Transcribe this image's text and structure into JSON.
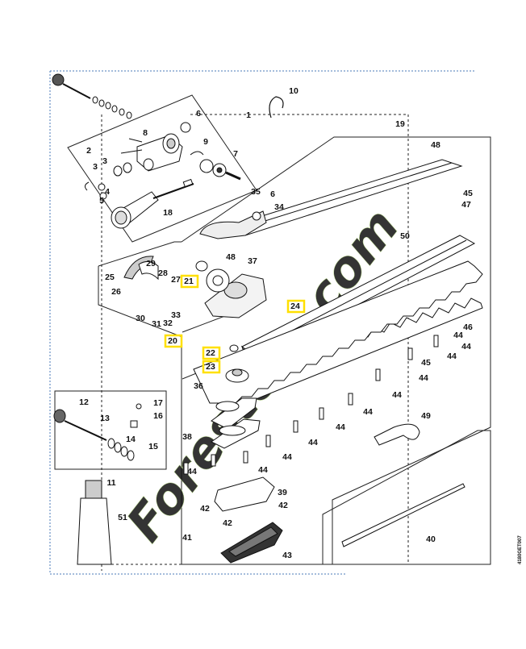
{
  "diagram": {
    "watermark": "Forestore.com",
    "side_code": "4180GET007",
    "highlight_color": "#ffe000",
    "watermark_colors": [
      "#c9e39c",
      "#e7c89a"
    ],
    "labels": [
      {
        "id": "1",
        "text": "1"
      },
      {
        "id": "2",
        "text": "2"
      },
      {
        "id": "3a",
        "text": "3"
      },
      {
        "id": "3b",
        "text": "3"
      },
      {
        "id": "4",
        "text": "4"
      },
      {
        "id": "5",
        "text": "5"
      },
      {
        "id": "6a",
        "text": "6"
      },
      {
        "id": "6b",
        "text": "6"
      },
      {
        "id": "7",
        "text": "7"
      },
      {
        "id": "8",
        "text": "8"
      },
      {
        "id": "9",
        "text": "9"
      },
      {
        "id": "10",
        "text": "10"
      },
      {
        "id": "11",
        "text": "11"
      },
      {
        "id": "12",
        "text": "12"
      },
      {
        "id": "13",
        "text": "13"
      },
      {
        "id": "14",
        "text": "14"
      },
      {
        "id": "15",
        "text": "15"
      },
      {
        "id": "16",
        "text": "16"
      },
      {
        "id": "17",
        "text": "17"
      },
      {
        "id": "18",
        "text": "18"
      },
      {
        "id": "19",
        "text": "19"
      },
      {
        "id": "20",
        "text": "20",
        "highlight": true
      },
      {
        "id": "21",
        "text": "21",
        "highlight": true
      },
      {
        "id": "22",
        "text": "22",
        "highlight": true
      },
      {
        "id": "23",
        "text": "23",
        "highlight": true
      },
      {
        "id": "24",
        "text": "24",
        "highlight": true
      },
      {
        "id": "25",
        "text": "25"
      },
      {
        "id": "26",
        "text": "26"
      },
      {
        "id": "27",
        "text": "27"
      },
      {
        "id": "28",
        "text": "28"
      },
      {
        "id": "29",
        "text": "29"
      },
      {
        "id": "30",
        "text": "30"
      },
      {
        "id": "31",
        "text": "31"
      },
      {
        "id": "32",
        "text": "32"
      },
      {
        "id": "33",
        "text": "33"
      },
      {
        "id": "34",
        "text": "34"
      },
      {
        "id": "35",
        "text": "35"
      },
      {
        "id": "36",
        "text": "36"
      },
      {
        "id": "37",
        "text": "37"
      },
      {
        "id": "38",
        "text": "38"
      },
      {
        "id": "39",
        "text": "39"
      },
      {
        "id": "40",
        "text": "40"
      },
      {
        "id": "41",
        "text": "41"
      },
      {
        "id": "42a",
        "text": "42"
      },
      {
        "id": "42b",
        "text": "42"
      },
      {
        "id": "42c",
        "text": "42"
      },
      {
        "id": "43",
        "text": "43"
      },
      {
        "id": "44a",
        "text": "44"
      },
      {
        "id": "44b",
        "text": "44"
      },
      {
        "id": "44c",
        "text": "44"
      },
      {
        "id": "44d",
        "text": "44"
      },
      {
        "id": "44e",
        "text": "44"
      },
      {
        "id": "44f",
        "text": "44"
      },
      {
        "id": "44g",
        "text": "44"
      },
      {
        "id": "44h",
        "text": "44"
      },
      {
        "id": "44i",
        "text": "44"
      },
      {
        "id": "44j",
        "text": "44"
      },
      {
        "id": "44k",
        "text": "44"
      },
      {
        "id": "45a",
        "text": "45"
      },
      {
        "id": "45b",
        "text": "45"
      },
      {
        "id": "46",
        "text": "46"
      },
      {
        "id": "47",
        "text": "47"
      },
      {
        "id": "48a",
        "text": "48"
      },
      {
        "id": "48b",
        "text": "48"
      },
      {
        "id": "49",
        "text": "49"
      },
      {
        "id": "50",
        "text": "50"
      },
      {
        "id": "51",
        "text": "51"
      }
    ]
  }
}
